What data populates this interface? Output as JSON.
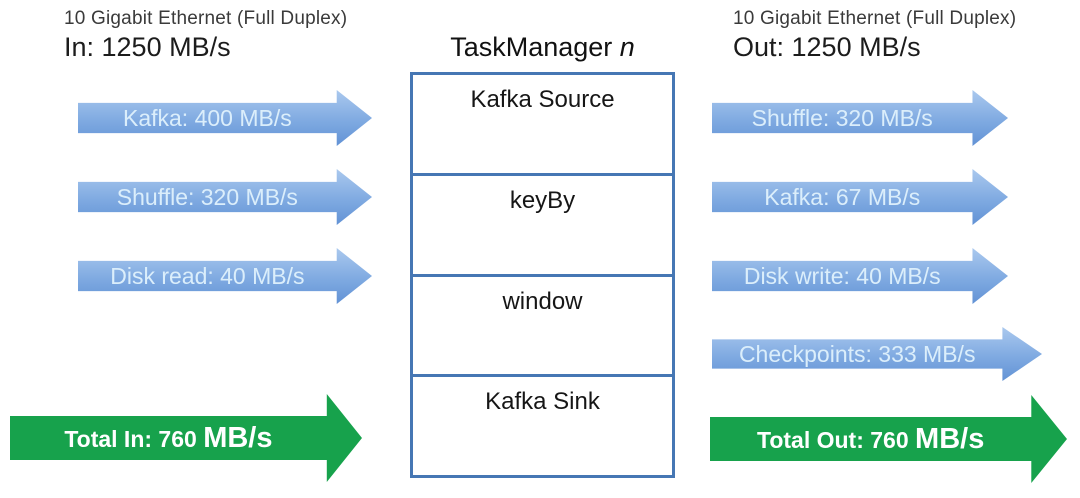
{
  "left_panel": {
    "header_line1": "10 Gigabit Ethernet (Full Duplex)",
    "header_line2": "In: 1250 MB/s",
    "arrows": [
      {
        "label": "Kafka: 400 MB/s"
      },
      {
        "label": "Shuffle: 320 MB/s"
      },
      {
        "label": "Disk read: 40 MB/s"
      }
    ],
    "total_arrow": {
      "prefix": "Total In: 760 ",
      "unit": "MB/s"
    }
  },
  "task_manager": {
    "title_prefix": "TaskManager ",
    "title_italic": "n",
    "sections": [
      "Kafka Source",
      "keyBy",
      "window",
      "Kafka Sink"
    ]
  },
  "right_panel": {
    "header_line1": "10 Gigabit Ethernet (Full Duplex)",
    "header_line2": "Out: 1250 MB/s",
    "arrows": [
      {
        "label": "Shuffle: 320 MB/s"
      },
      {
        "label": "Kafka: 67 MB/s"
      },
      {
        "label": "Disk write: 40 MB/s"
      },
      {
        "label": "Checkpoints: 333 MB/s"
      }
    ],
    "total_arrow": {
      "prefix": "Total Out: 760 ",
      "unit": "MB/s"
    }
  },
  "colors": {
    "blue_arrow_top": "#aac8ee",
    "blue_arrow_mid": "#7faae1",
    "blue_arrow_bottom": "#6292d5",
    "blue_arrow_text": "#dbeefb",
    "green_arrow": "#17a24c",
    "green_arrow_text": "#ffffff",
    "box_border": "#4677b4",
    "text_dark": "#212121"
  }
}
